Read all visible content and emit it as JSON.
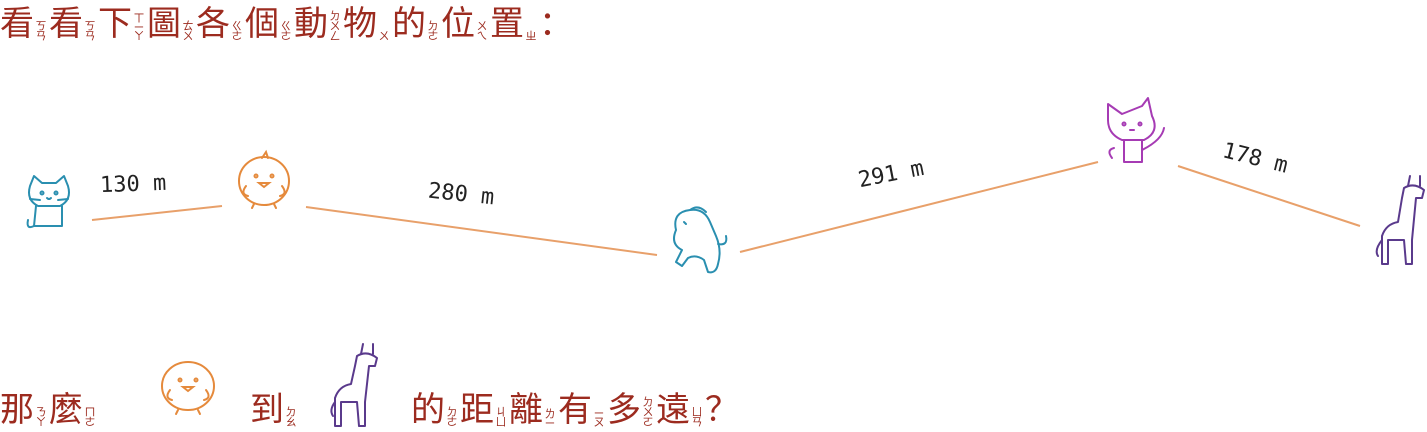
{
  "question1": {
    "chars": [
      {
        "c": "看",
        "z": "ㄎㄢ"
      },
      {
        "c": "看",
        "z": "ㄎㄢ"
      },
      {
        "c": "下",
        "z": "ㄒㄧㄚ"
      },
      {
        "c": "圖",
        "z": "ㄊㄨ"
      },
      {
        "c": "各",
        "z": "ㄍㄜ"
      },
      {
        "c": "個",
        "z": "ㄍㄜ"
      },
      {
        "c": "動",
        "z": "ㄉㄨㄥ"
      },
      {
        "c": "物",
        "z": "ㄨ"
      },
      {
        "c": "的",
        "z": "ㄉㄜ"
      },
      {
        "c": "位",
        "z": "ㄨㄟ"
      },
      {
        "c": "置",
        "z": "ㄓ"
      },
      {
        "c": "：",
        "z": ""
      }
    ]
  },
  "distances": [
    "130 m",
    "280 m",
    "291 m",
    "178 m"
  ],
  "question2": {
    "part1": [
      {
        "c": "那",
        "z": "ㄋㄚ"
      },
      {
        "c": "麼",
        "z": "ㄇㄜ"
      }
    ],
    "part2": [
      {
        "c": "到",
        "z": "ㄉㄠ"
      }
    ],
    "part3": [
      {
        "c": "的",
        "z": "ㄉㄜ"
      },
      {
        "c": "距",
        "z": "ㄐㄩ"
      },
      {
        "c": "離",
        "z": "ㄌㄧ"
      },
      {
        "c": "有",
        "z": "ㄧㄡ"
      },
      {
        "c": "多",
        "z": "ㄉㄨㄛ"
      },
      {
        "c": "遠",
        "z": "ㄩㄢ"
      },
      {
        "c": "？",
        "z": ""
      }
    ]
  },
  "colors": {
    "text": "#9c2b1f",
    "line": "#e8a06a",
    "cat": "#2a8fb0",
    "chick": "#e58a3c",
    "horse": "#2a8fb0",
    "fox": "#a63bb4",
    "giraffe": "#5a3a8c"
  }
}
